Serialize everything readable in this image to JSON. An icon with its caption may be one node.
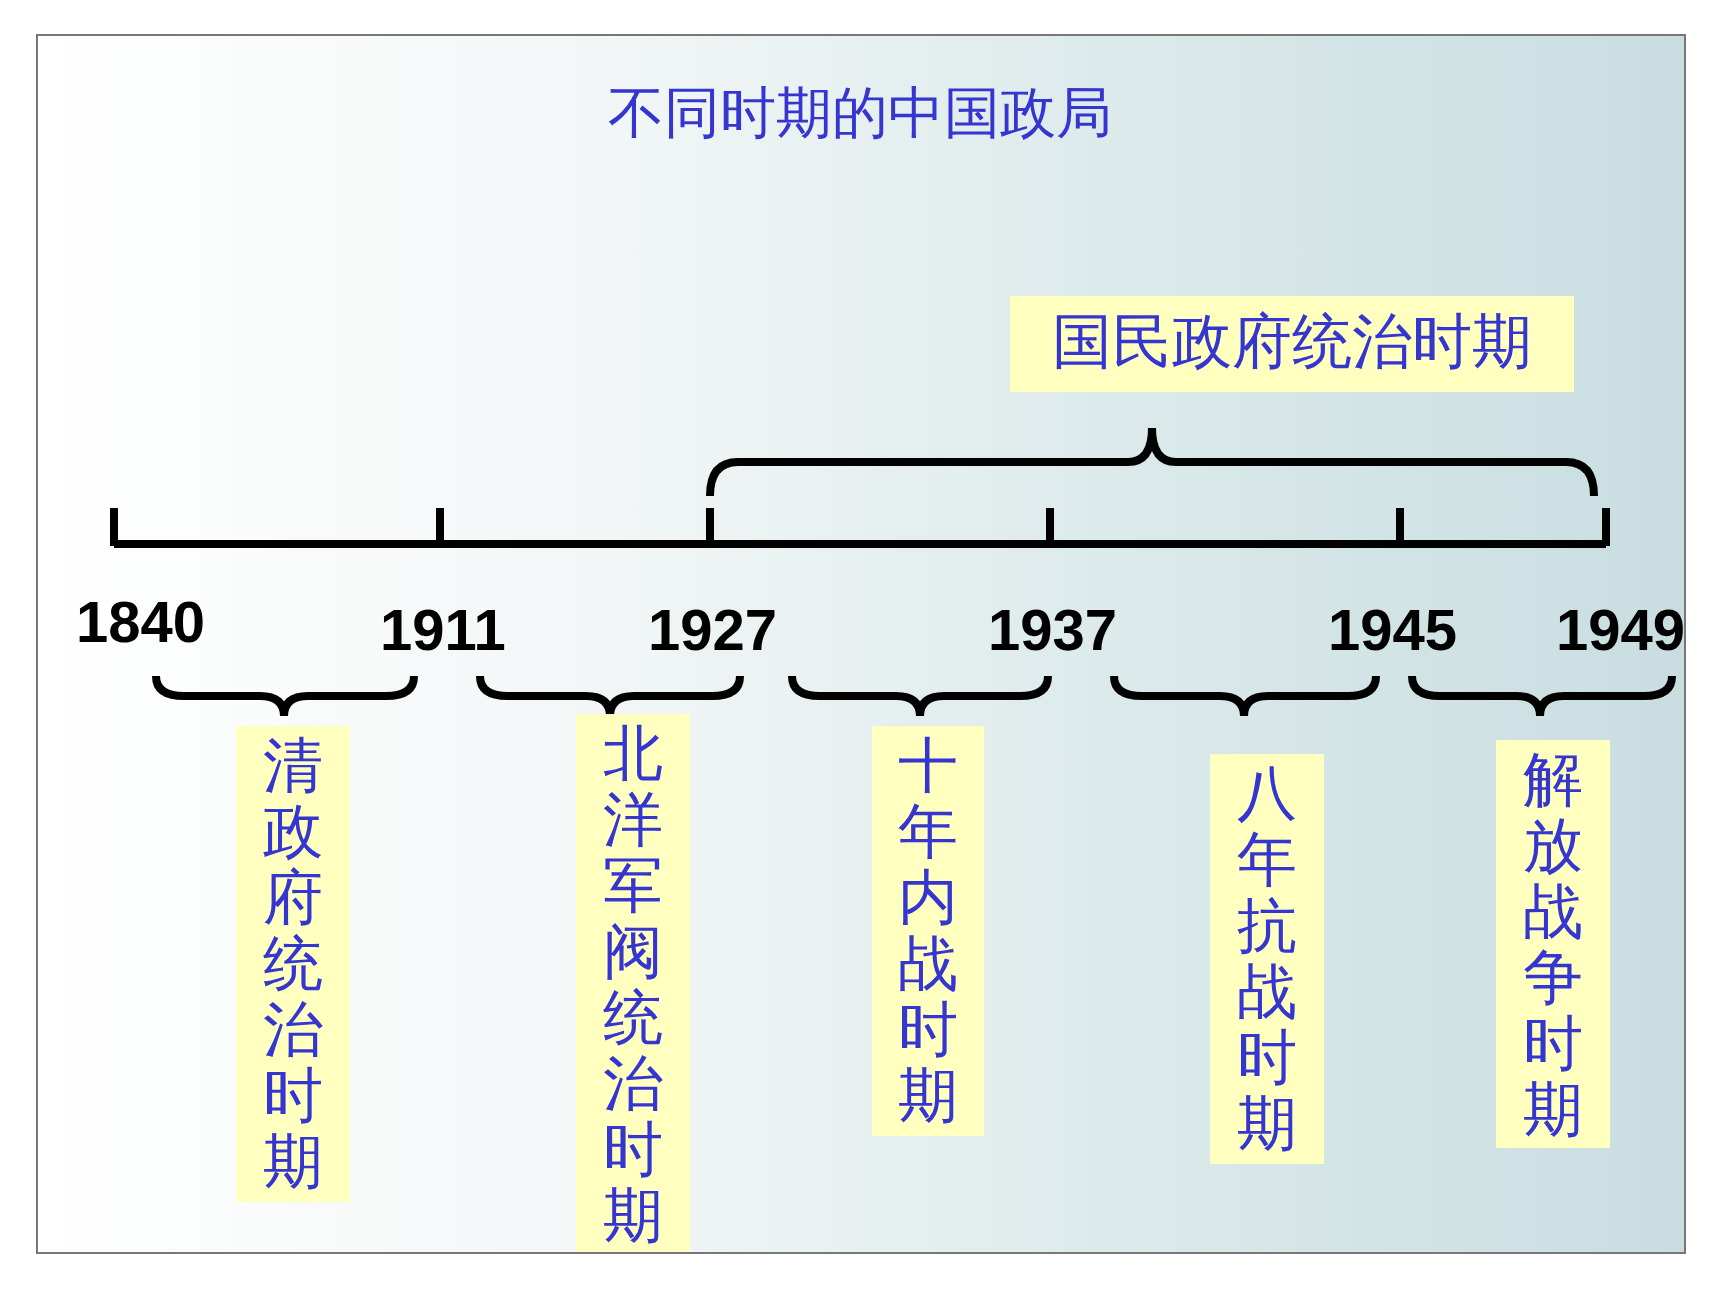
{
  "diagram": {
    "title": "不同时期的中国政局",
    "nodes": [
      {
        "text": [
          "国民政府统治时期"
        ]
      },
      {
        "text": [
          "清政府统治时期"
        ]
      },
      {
        "text": [
          "北洋军阀统治时期"
        ]
      },
      {
        "text": [
          "十年内战时期"
        ]
      },
      {
        "text": [
          "八年抗战时期"
        ]
      },
      {
        "text": [
          "解放战争时期"
        ]
      }
    ],
    "labels": [
      "1840",
      "1911",
      "1927",
      "1937",
      "1945",
      "1949"
    ]
  }
}
